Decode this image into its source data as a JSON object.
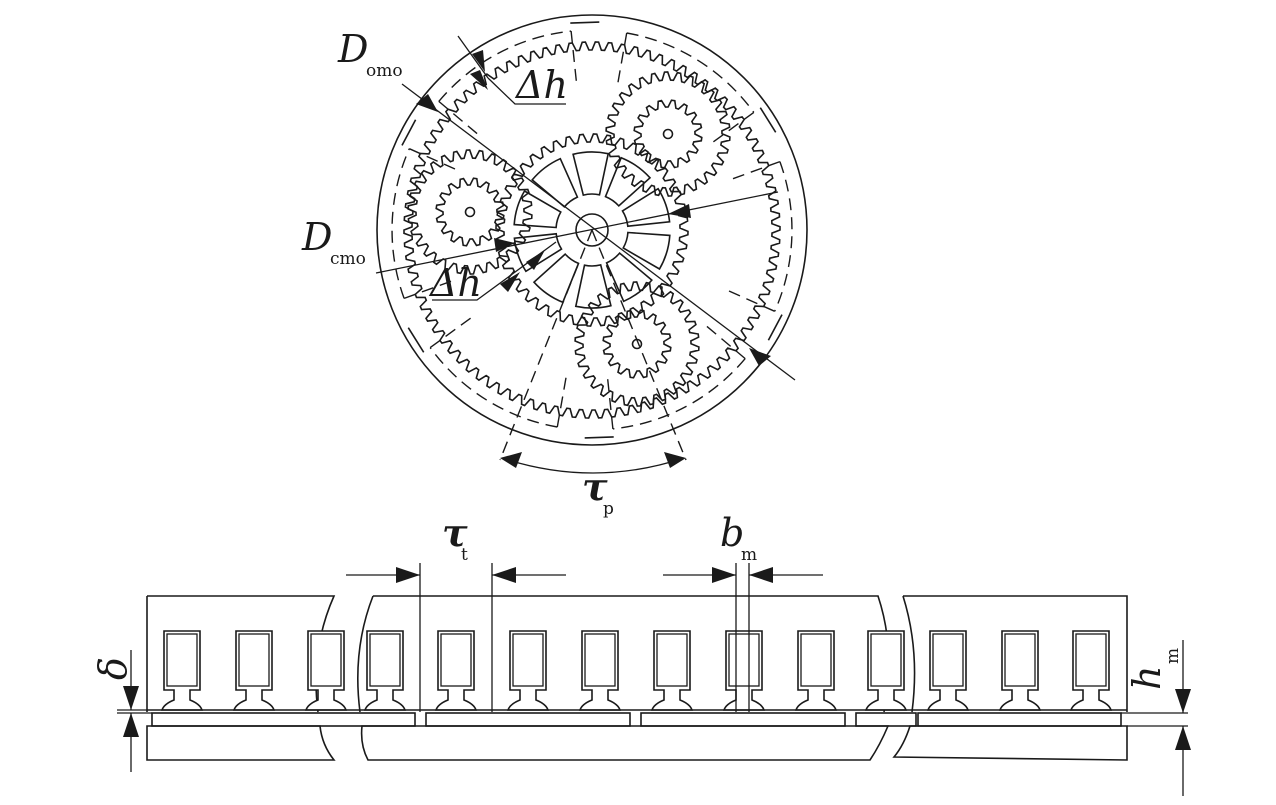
{
  "top_view": {
    "labels": {
      "d_outer": {
        "main": "D",
        "sub": "omo"
      },
      "d_inner": {
        "main": "D",
        "sub": "cmo"
      },
      "dh_top": {
        "main": "Δh"
      },
      "dh_bottom": {
        "main": "Δh"
      },
      "tau_p": {
        "main": "τ",
        "sub": "p"
      }
    }
  },
  "linear_view": {
    "labels": {
      "tau_t": {
        "main": "τ",
        "sub": "t"
      },
      "b_m": {
        "main": "b",
        "sub": "m"
      },
      "delta": {
        "main": "δ"
      },
      "h_m": {
        "main": "h",
        "sub": "m"
      }
    }
  }
}
